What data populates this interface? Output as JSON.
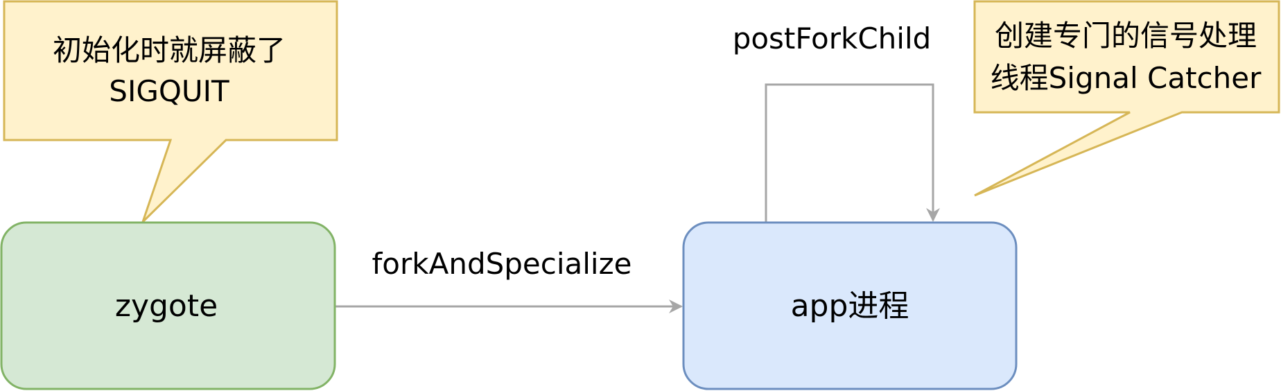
{
  "nodes": {
    "zygote": {
      "label": "zygote",
      "fill": "#d5e8d4",
      "stroke": "#82b366"
    },
    "app": {
      "label": "app进程",
      "fill": "#dae8fc",
      "stroke": "#6c8ebf"
    }
  },
  "edges": {
    "fork": {
      "label": "forkAndSpecialize"
    },
    "post": {
      "label": "postForkChild"
    },
    "color": "#a6a6a6"
  },
  "callouts": {
    "left": {
      "lines": [
        "初始化时就屏蔽了",
        "SIGQUIT"
      ]
    },
    "right": {
      "lines": [
        "创建专门的信号处理",
        "线程Signal Catcher"
      ]
    },
    "fill": "#fff2cc",
    "stroke": "#d6b656"
  }
}
